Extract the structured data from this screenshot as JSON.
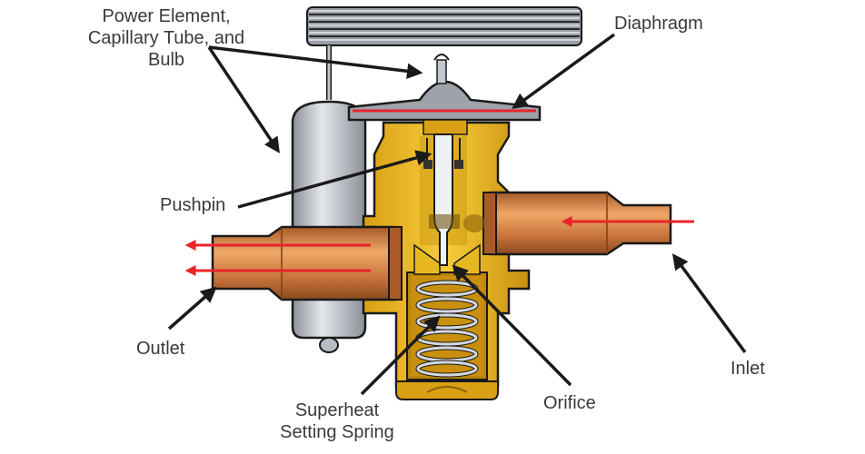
{
  "labels": {
    "power_element": [
      "Power Element,",
      "Capillary Tube, and",
      "Bulb"
    ],
    "diaphragm": "Diaphragm",
    "pushpin": "Pushpin",
    "outlet": "Outlet",
    "inlet": "Inlet",
    "orifice": "Orifice",
    "spring": [
      "Superheat",
      "Setting Spring"
    ]
  },
  "colors": {
    "brass": "#e8b820",
    "brass_dark": "#b8860b",
    "copper": "#c8743a",
    "copper_light": "#e29a5c",
    "steel": "#b8bcc4",
    "flow_arrow": "#e8242a",
    "outline": "#1a1a1a",
    "text": "#3a3a3a"
  }
}
